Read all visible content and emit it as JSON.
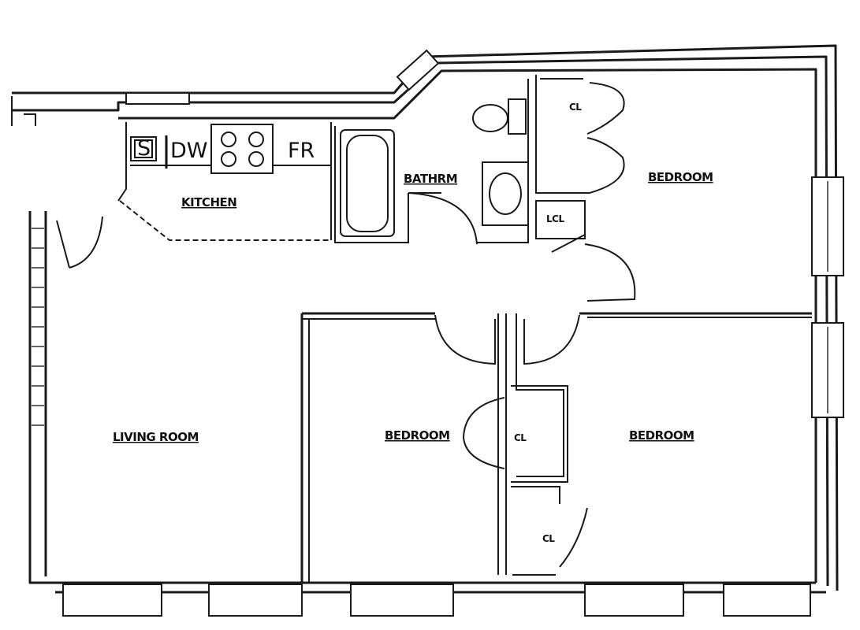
{
  "rooms": {
    "kitchen": "KITCHEN",
    "bathroom": "BATHRM",
    "living_room": "LIVING ROOM",
    "bedroom_top_right": "BEDROOM",
    "bedroom_middle": "BEDROOM",
    "bedroom_bottom_right": "BEDROOM"
  },
  "closets": {
    "closet_top": "CL",
    "linen_closet": "LCL",
    "closet_middle": "CL",
    "closet_bottom": "CL"
  },
  "appliances": {
    "sink": "S",
    "dishwasher": "DW",
    "fridge": "FR"
  }
}
